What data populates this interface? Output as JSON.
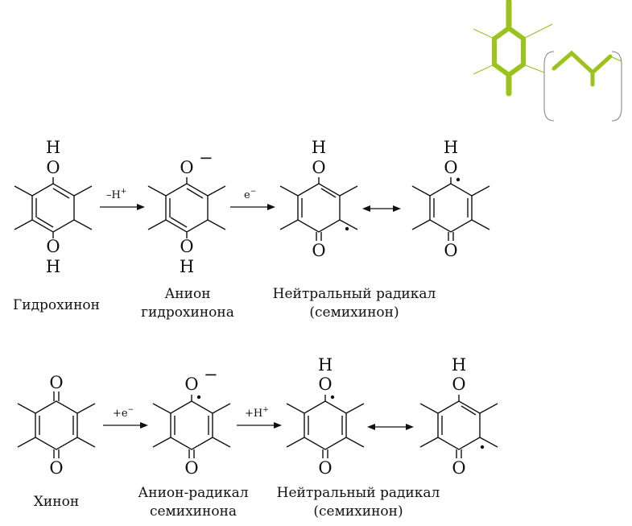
{
  "atoms": {
    "H": "H",
    "O": "O",
    "O_minus": "O",
    "minus": "−",
    "dot": "•"
  },
  "arrows": {
    "row1_a_main": "–H",
    "row1_a_sup": "+",
    "row1_b_main": "e",
    "row1_b_sup": "−",
    "row2_a_main": "+e",
    "row2_a_sup": "−",
    "row2_b_main": "+H",
    "row2_b_sup": "+"
  },
  "captions": {
    "hydroquinone": "Гидрохинон",
    "anion_line1": "Анион",
    "anion_line2": "гидрохинона",
    "radical1_line1": "Нейтральный радикал",
    "radical1_line2": "(семихинон)",
    "quinone": "Хинон",
    "anion_radical_line1": "Анион-радикал",
    "anion_radical_line2": "семихинона",
    "radical2_line1": "Нейтральный радикал",
    "radical2_line2": "(семихинон)"
  },
  "colors": {
    "logo": "#9ac31c",
    "ink": "#111111",
    "bracket": "#8a8a8a"
  }
}
